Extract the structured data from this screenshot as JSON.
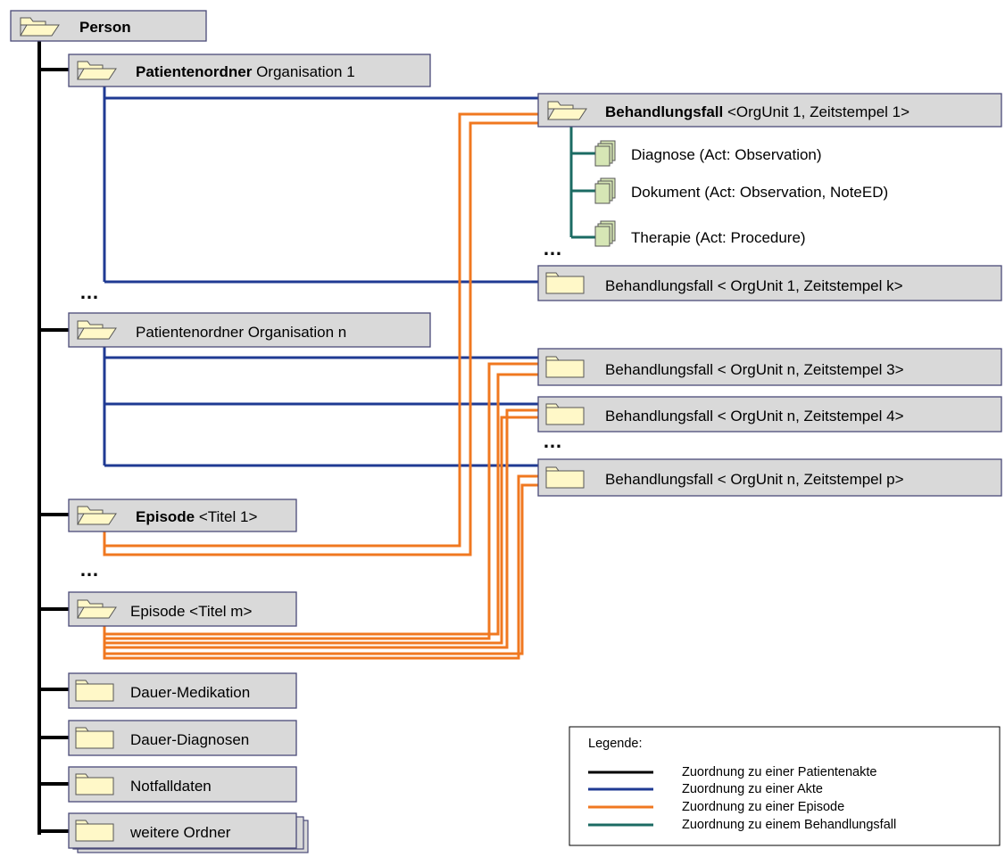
{
  "nodes": {
    "person": "Person",
    "org1": {
      "bold": "Patientenordner",
      "rest": " Organisation 1"
    },
    "orgn": "Patientenordner Organisation n",
    "fall1": {
      "bold": "Behandlungsfall",
      "rest": " <OrgUnit 1, Zeitstempel 1>"
    },
    "diagnose": "Diagnose (Act: Observation)",
    "dokument": "Dokument (Act: Observation,  NoteED)",
    "therapie": "Therapie (Act: Procedure)",
    "fallk": "Behandlungsfall < OrgUnit 1, Zeitstempel k>",
    "fall3": "Behandlungsfall < OrgUnit  n, Zeitstempel 3>",
    "fall4": "Behandlungsfall < OrgUnit  n, Zeitstempel 4>",
    "fallp": "Behandlungsfall < OrgUnit  n, Zeitstempel p>",
    "episode1": {
      "bold": "Episode",
      "rest": " <Titel 1>"
    },
    "episodem": "Episode <Titel m>",
    "dauer_medikation": "Dauer-Medikation",
    "dauer_diagnosen": "Dauer-Diagnosen",
    "notfalldaten": "Notfalldaten",
    "weitere": "weitere Ordner"
  },
  "ellipsis": "…",
  "legend": {
    "title": "Legende:",
    "items": [
      {
        "label": "Zuordnung zu einer Patientenakte",
        "color": "#000000"
      },
      {
        "label": "Zuordnung zu einer Akte",
        "color": "#1f3a93"
      },
      {
        "label": "Zuordnung zu einer Episode",
        "color": "#f07820"
      },
      {
        "label": "Zuordnung zu einem Behandlungsfall",
        "color": "#1b6b63"
      }
    ]
  },
  "colors": {
    "black": "#000000",
    "blue": "#1f3a93",
    "orange": "#f07820",
    "teal": "#1b6b63",
    "node_fill": "#d9d9d9",
    "folder_fill": "#fff8c8"
  }
}
